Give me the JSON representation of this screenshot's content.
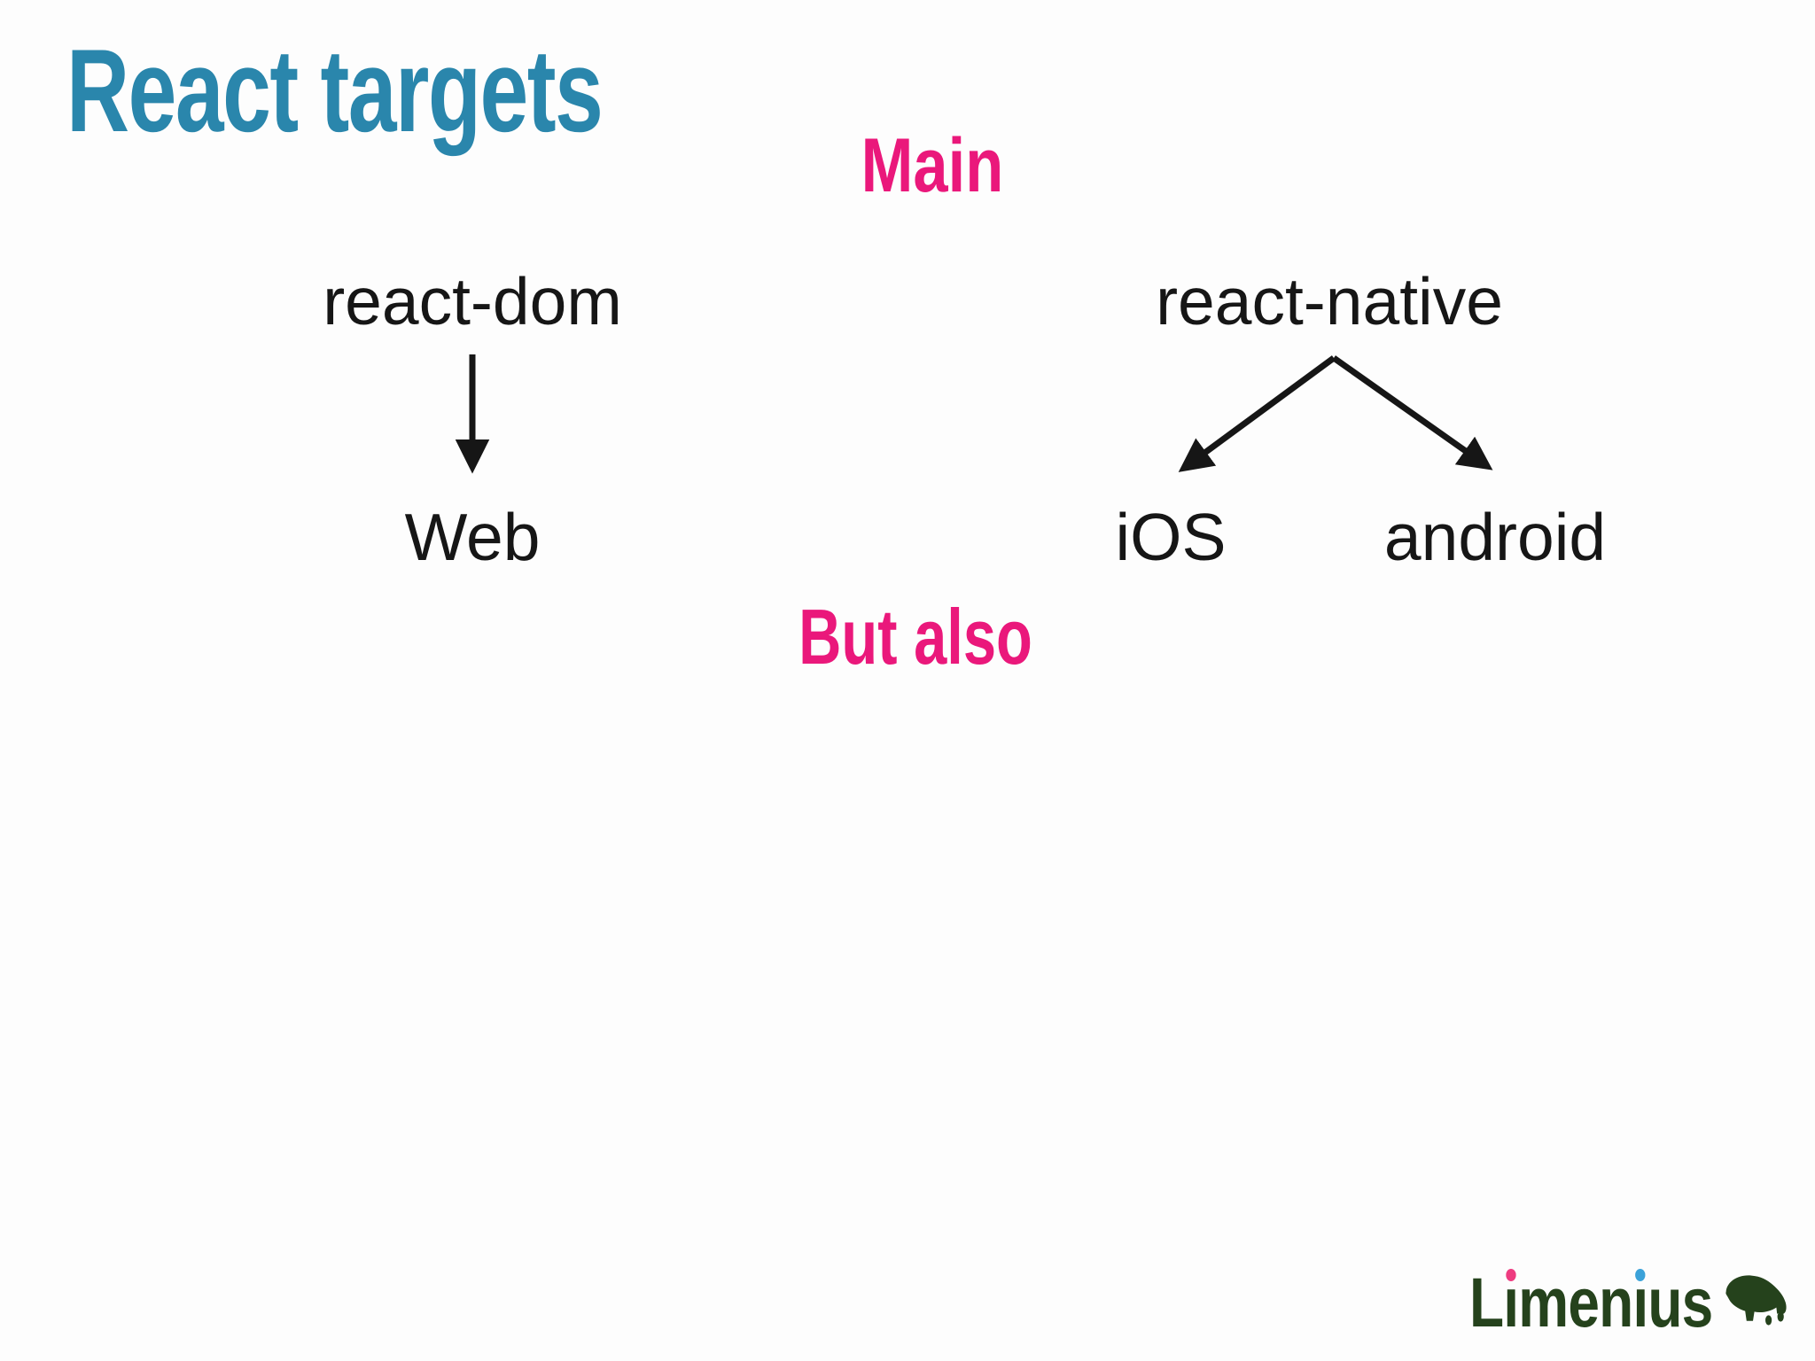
{
  "slide": {
    "title": "React targets",
    "sections": {
      "main": "Main",
      "but_also": "But also"
    },
    "diagram": {
      "react_dom": {
        "label": "react-dom",
        "child": "Web"
      },
      "react_native": {
        "label": "react-native",
        "children": [
          "iOS",
          "android"
        ]
      }
    },
    "logo": {
      "text": "Limenius",
      "parts": {
        "p1": "L",
        "i1": "ı",
        "p2": "men",
        "i2": "ı",
        "p3": "us"
      },
      "animal_icon": "bison-icon"
    },
    "colors": {
      "background": "#fdfdfd",
      "title_teal": "#2a86ac",
      "accent_pink": "#ea187b",
      "text_black": "#161616",
      "logo_green": "#25421c",
      "logo_dot_pink": "#ee3c80",
      "logo_dot_blue": "#3ba2d9"
    }
  }
}
